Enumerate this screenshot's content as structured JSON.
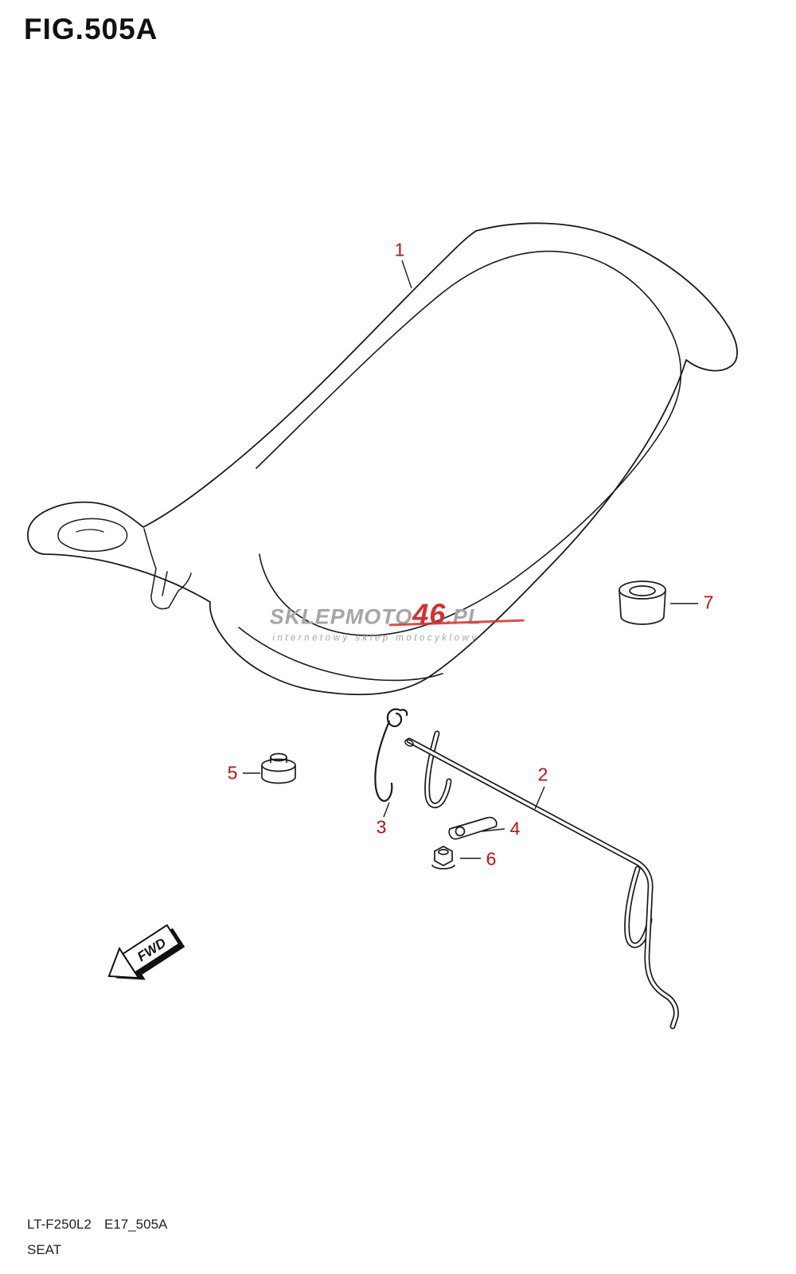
{
  "figure": {
    "title": "FIG.505A",
    "model_code": "LT-F250L2",
    "sheet_code": "E17_505A",
    "caption": "SEAT"
  },
  "watermark": {
    "brand_prefix": "SKLEPMOTO",
    "brand_highlight": "46",
    "brand_suffix": ".PL",
    "tagline": "internetowy sklep motocyklowy"
  },
  "direction_marker": "FWD",
  "callouts": [
    "1",
    "2",
    "3",
    "4",
    "5",
    "6",
    "7"
  ],
  "colors": {
    "callout_red": "#b81414",
    "line_black": "#1a1a1a",
    "watermark_gray": "#a6a6a6",
    "watermark_red": "#d43030",
    "background": "#ffffff"
  }
}
